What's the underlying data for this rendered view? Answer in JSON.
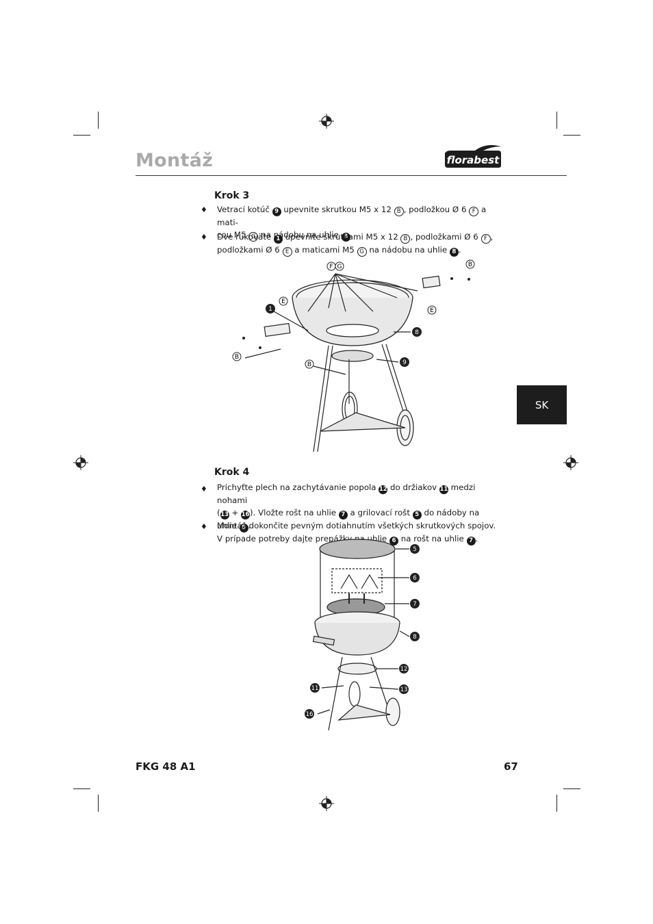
{
  "header": {
    "title": "Montáž",
    "logo_text": "florabest"
  },
  "side_tab": {
    "label": "SK"
  },
  "step3": {
    "heading": "Krok 3",
    "bullet_symbol": "♦",
    "b1": {
      "t1": "Vetrací kotúč",
      "n1": "9",
      "t2": "upevnite skrutkou M5 x 12",
      "l1": "B",
      "t3": ", podložkou Ø 6",
      "l2": "F",
      "t4": "a mati-",
      "t5": "cou M5",
      "l3": "G",
      "t6": "na nádobu na uhlie",
      "n2": "8",
      "t7": "."
    },
    "b2": {
      "t1": "Dve rukoväte",
      "n1": "1",
      "t2": "upevnite skrutkami M5 x 12",
      "l1": "B",
      "t3": ", podložkami Ø 6",
      "l2": "F",
      "t4": ",",
      "t5": "podložkami Ø 6",
      "l3": "E",
      "t6": "a maticami M5",
      "l4": "G",
      "t7": "na nádobu na uhlie",
      "n2": "8",
      "t8": "."
    }
  },
  "step4": {
    "heading": "Krok 4",
    "b1": {
      "t1": "Prichyťte plech na zachytávanie popola",
      "n1": "12",
      "t2": "do držiakov",
      "n2": "11",
      "t3": "medzi nohami",
      "t4": "(",
      "n3": "13",
      "t5": "+",
      "n4": "16",
      "t6": "). Vložte rošt na uhlie",
      "n5": "7",
      "t7": "a grilovací rošt",
      "n6": "5",
      "t8": "do nádoby na uhlie",
      "n7": "8",
      "t9": ".",
      "t10": "V prípade potreby dajte prepážky na uhlie",
      "n8": "6",
      "t11": "na rošt na uhlie",
      "n9": "7",
      "t12": "."
    },
    "b2": {
      "t1": "Montáž dokončite pevným dotiahnutím všetkých skrutkových spojov."
    }
  },
  "figure1_labels": {
    "fg_f": "F",
    "fg_g": "G",
    "b_top": "B",
    "e_left": "E",
    "e_right": "E",
    "n1": "1",
    "n8": "8",
    "n9": "9",
    "b_left": "B",
    "b_mid": "B"
  },
  "figure2_labels": {
    "n5": "5",
    "n6": "6",
    "n7": "7",
    "n8": "8",
    "n12": "12",
    "n11": "11",
    "n13": "13",
    "n16": "16"
  },
  "footer": {
    "model": "FKG 48 A1",
    "page": "67"
  }
}
